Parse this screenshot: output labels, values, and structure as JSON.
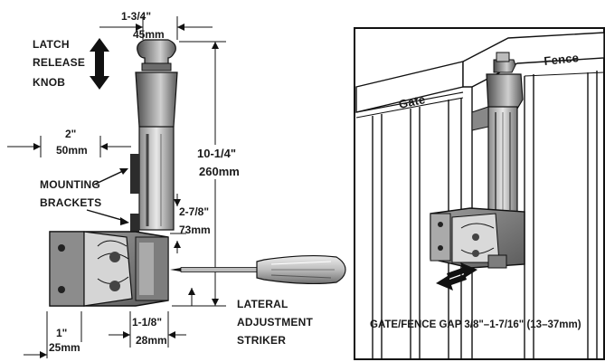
{
  "left_panel": {
    "latch_label": [
      "LATCH",
      "RELEASE",
      "KNOB"
    ],
    "top_width": {
      "imperial": "1-3/4\"",
      "metric": "45mm"
    },
    "body_width": {
      "imperial": "2\"",
      "metric": "50mm"
    },
    "height": {
      "imperial": "10-1/4\"",
      "metric": "260mm"
    },
    "bracket_label": [
      "MOUNTING",
      "BRACKETS"
    ],
    "offset": {
      "imperial": "2-7/8\"",
      "metric": "73mm"
    },
    "base_width": {
      "imperial": "1\"",
      "metric": "25mm"
    },
    "striker_width": {
      "imperial": "1-1/8\"",
      "metric": "28mm"
    },
    "striker_label": [
      "LATERAL",
      "ADJUSTMENT",
      "STRIKER"
    ]
  },
  "right_panel": {
    "gate_label": "Gate",
    "fence_label": "Fence",
    "gap_caption": "GATE/FENCE GAP  3/8\"–1-7/16\" (13–37mm)"
  },
  "icons": [
    "double-arrow-vertical-icon",
    "double-arrow-horizontal-icon",
    "screwdriver-icon"
  ],
  "colors": {
    "ink": "#111111",
    "metal_light": "#e0e0e0",
    "metal_dark": "#555555"
  }
}
